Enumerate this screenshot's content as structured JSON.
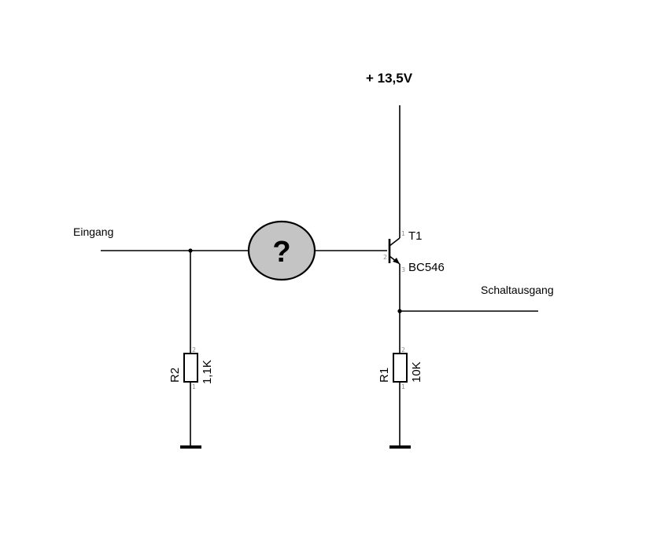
{
  "supply": {
    "label": "+ 13,5V"
  },
  "input": {
    "label": "Eingang"
  },
  "output": {
    "label": "Schaltausgang"
  },
  "unknown_component": {
    "symbol": "?",
    "fill_color": "#c4c4c4"
  },
  "transistor": {
    "ref": "T1",
    "type": "BC546",
    "pins": {
      "collector": "1",
      "base": "2",
      "emitter": "3"
    }
  },
  "resistors": [
    {
      "ref": "R2",
      "value": "1,1K",
      "pin_top": "2",
      "pin_bottom": "1"
    },
    {
      "ref": "R1",
      "value": "10K",
      "pin_top": "2",
      "pin_bottom": "1"
    }
  ],
  "colors": {
    "wire": "#000000",
    "pin_numbers": "#8c8c8c",
    "background": "#ffffff"
  }
}
